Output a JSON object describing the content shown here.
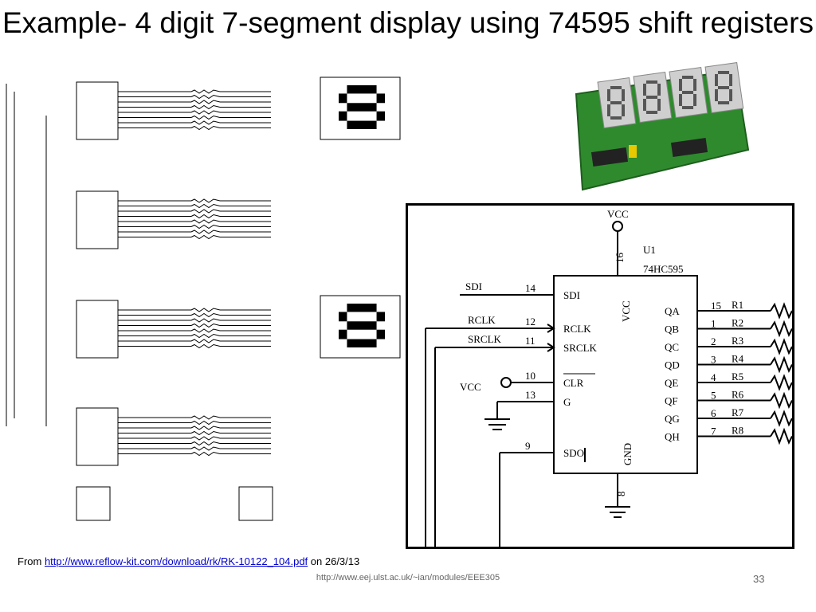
{
  "slide": {
    "title": "Example- 4 digit 7-segment display using 74595 shift registers",
    "from_prefix": "From ",
    "from_link": "http://www.reflow-kit.com/download/rk/RK-10122_104.pdf",
    "from_suffix": " on 26/3/13",
    "footer_url": "http://www.eej.ulst.ac.uk/~ian/modules/EEE305",
    "page_number": "33"
  },
  "inset": {
    "vcc_top": "VCC",
    "ref": "U1",
    "part": "74HC595",
    "vcc_in": "VCC",
    "chip_vcc": "VCC",
    "chip_gnd": "GND",
    "pins_left": [
      {
        "net": "SDI",
        "num": "14",
        "pin": "SDI"
      },
      {
        "net": "RCLK",
        "num": "12",
        "pin": "RCLK"
      },
      {
        "net": "SRCLK",
        "num": "11",
        "pin": "SRCLK"
      },
      {
        "net": "",
        "num": "10",
        "pin": "CLR"
      },
      {
        "net": "",
        "num": "13",
        "pin": "G"
      },
      {
        "net": "",
        "num": "9",
        "pin": "SDO"
      }
    ],
    "pin_top": "16",
    "pin_bottom": "8",
    "outputs": [
      {
        "pin": "QA",
        "num": "15",
        "res": "R1"
      },
      {
        "pin": "QB",
        "num": "1",
        "res": "R2"
      },
      {
        "pin": "QC",
        "num": "2",
        "res": "R3"
      },
      {
        "pin": "QD",
        "num": "3",
        "res": "R4"
      },
      {
        "pin": "QE",
        "num": "4",
        "res": "R5"
      },
      {
        "pin": "QF",
        "num": "5",
        "res": "R6"
      },
      {
        "pin": "QG",
        "num": "6",
        "res": "R7"
      },
      {
        "pin": "QH",
        "num": "7",
        "res": "R8"
      }
    ]
  },
  "colors": {
    "pcb": "#2f8a2e",
    "pcb_dark": "#1d5e1d",
    "display": "#d8d8d8",
    "link": "#0000cc"
  }
}
